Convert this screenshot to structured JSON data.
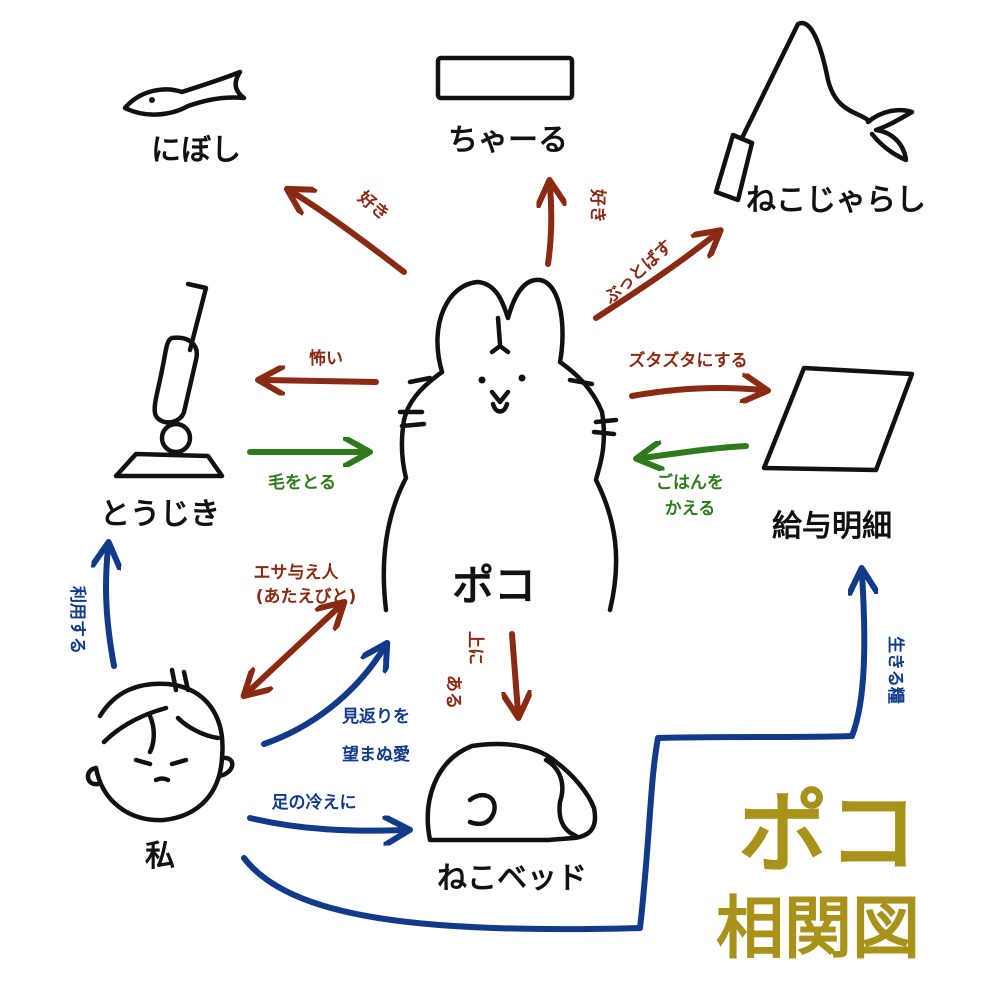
{
  "title": {
    "line1": "ポコ",
    "line2": "相関図"
  },
  "nodes": {
    "poko": "ポコ",
    "niboshi": "にぼし",
    "churu": "ちゃーる",
    "nekojarashi": "ねこじゃらし",
    "soujiki": "とうじき",
    "kyuyo": "給与明細",
    "watashi": "私",
    "nekobed": "ねこベッド"
  },
  "edges": {
    "niboshi": "好き",
    "churu": "好き",
    "nekojarashi": "ぶっとばす",
    "kowai": "怖い",
    "mowotoru": "毛をとる",
    "zutazuta": "ズタズタにする",
    "gohan_line1": "ごはんを",
    "gohan_line2": "かえる",
    "esa_line1": "エサ与え人",
    "esa_line2": "(あたえびと)",
    "ue_line1": "上に",
    "ue_line2": "ある",
    "mimamori_line1": "見返りを",
    "mimamori_line2": "望まぬ愛",
    "ashi": "足の冷えに",
    "riyou": "利用する",
    "ikiru": "生きる糧"
  },
  "colors": {
    "red_arrow": "#8a2a12",
    "green_arrow": "#2e7a1c",
    "blue_arrow": "#123a8a",
    "title_color": "#a8921a"
  }
}
